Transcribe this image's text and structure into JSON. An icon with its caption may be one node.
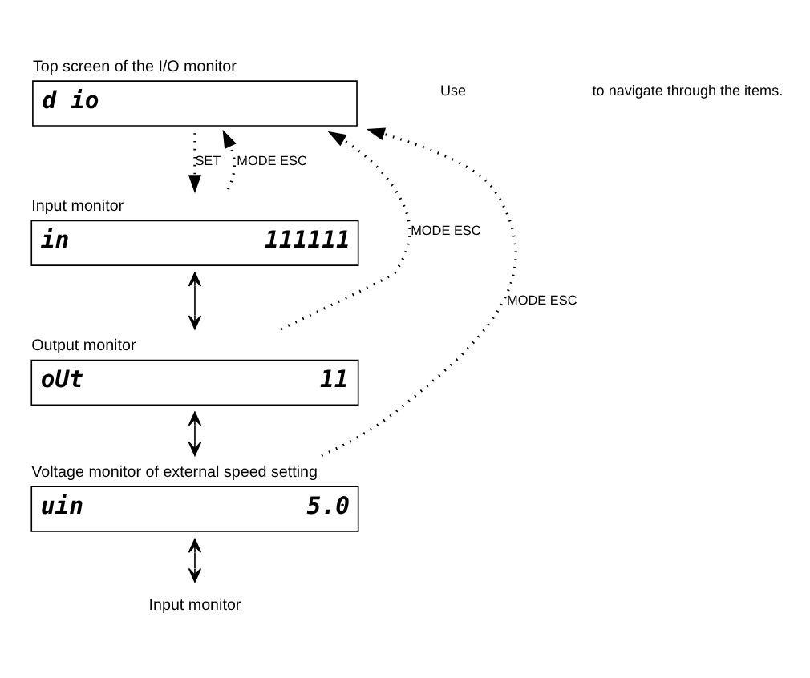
{
  "diagram": {
    "nodes": [
      {
        "text": [
          "Top screen of the I/O monitor",
          "d io"
        ]
      },
      {
        "text": [
          "Input monitor",
          "in",
          "111111"
        ]
      },
      {
        "text": [
          "Output monitor",
          "oUt",
          "11"
        ]
      },
      {
        "text": [
          "Voltage monitor of external speed setting",
          "uin",
          "5.0"
        ]
      },
      {
        "text": [
          "Input monitor"
        ]
      }
    ],
    "edges": [
      {
        "from": 0,
        "to": 1,
        "arrow": "to",
        "style": "dashed",
        "label": "SET"
      },
      {
        "from": 1,
        "to": 0,
        "arrow": "to",
        "style": "dashed",
        "label": "MODE ESC"
      },
      {
        "from": 2,
        "to": 0,
        "arrow": "to",
        "style": "dashed",
        "label": "MODE ESC"
      },
      {
        "from": 3,
        "to": 0,
        "arrow": "to",
        "style": "dashed",
        "label": "MODE ESC"
      },
      {
        "from": 1,
        "to": 2,
        "arrow": "both"
      },
      {
        "from": 2,
        "to": 3,
        "arrow": "both"
      },
      {
        "from": 3,
        "to": 4,
        "arrow": "both"
      }
    ],
    "labels": [
      "Use",
      "to navigate through the items."
    ]
  }
}
